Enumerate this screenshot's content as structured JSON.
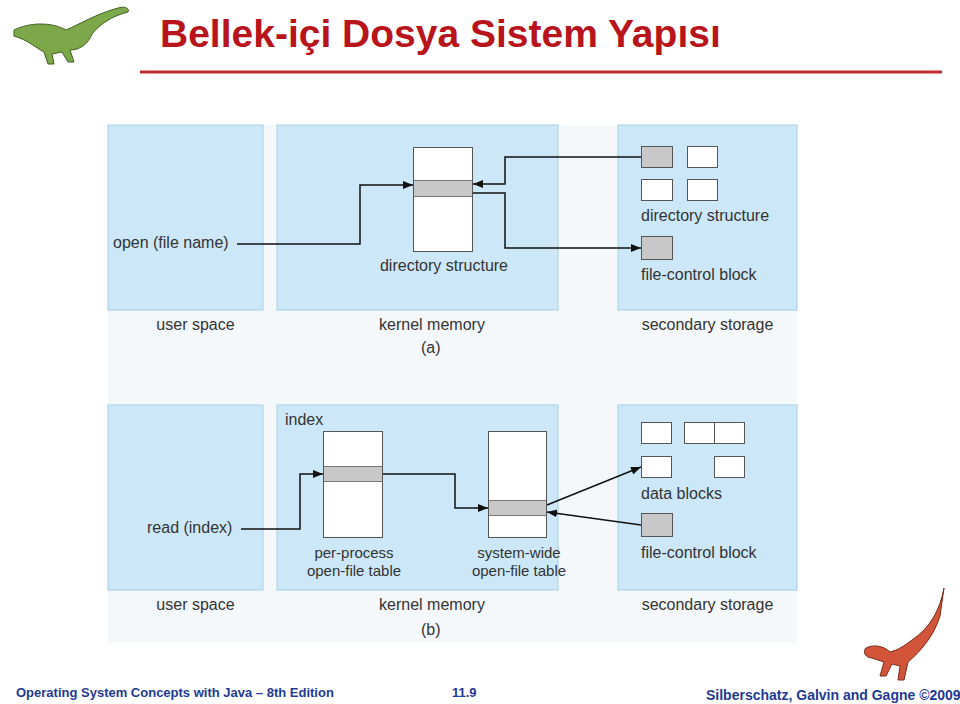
{
  "diagram": {
    "title": "Bellek-içi Dosya Sistem Yapısı",
    "nodes": [
      {
        "text": [
          "user space"
        ]
      },
      {
        "text": [
          "open (file name)"
        ],
        "in": 0
      },
      {
        "text": [
          "kernel memory"
        ]
      },
      {
        "text": [
          "directory structure"
        ],
        "in": 2
      },
      {
        "text": [
          "secondary storage"
        ]
      },
      {
        "text": [
          "directory structure"
        ],
        "in": 4
      },
      {
        "text": [
          "file-control block"
        ],
        "in": 4
      },
      {
        "text": [
          "user space"
        ]
      },
      {
        "text": [
          "read (index)"
        ],
        "in": 7
      },
      {
        "text": [
          "kernel memory"
        ]
      },
      {
        "text": [
          "per-process open-file table"
        ],
        "in": 9
      },
      {
        "text": [
          "system-wide open-file table"
        ],
        "in": 9
      },
      {
        "text": [
          "secondary storage"
        ]
      },
      {
        "text": [
          "data blocks"
        ],
        "in": 12
      },
      {
        "text": [
          "file-control block"
        ],
        "in": 12
      }
    ],
    "edges": [
      {
        "from": 1,
        "to": 3,
        "arrow": "to"
      },
      {
        "from": 5,
        "to": 3,
        "arrow": "to"
      },
      {
        "from": 3,
        "to": 6,
        "arrow": "to"
      },
      {
        "from": 8,
        "to": 10,
        "arrow": "to"
      },
      {
        "from": 10,
        "to": 11,
        "arrow": "to"
      },
      {
        "from": 11,
        "to": 13,
        "arrow": "to"
      },
      {
        "from": 14,
        "to": 11,
        "arrow": "to"
      }
    ],
    "labels": [
      "(a)",
      "index",
      "(b)",
      "Operating System Concepts with Java – 8th Edition",
      "11.9",
      "Silberschatz, Galvin and Gagne ©2009"
    ]
  }
}
